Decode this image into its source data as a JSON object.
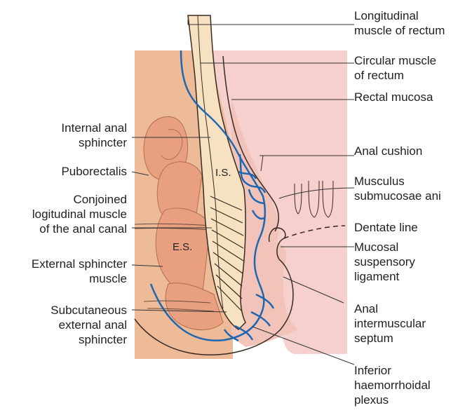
{
  "colors": {
    "skin": "#EEBB99",
    "mucosa": "#F5D0CC",
    "muscle": "#E8A080",
    "muscle_dark": "#D98A6C",
    "wall": "#F6E2C0",
    "vessel": "#1F67B0",
    "outline": "#3a2a22",
    "leader": "#333333"
  },
  "labels_left": {
    "internal_sphincter": "Internal anal\nsphincter",
    "puborectalis": "Puborectalis",
    "conjoined": "Conjoined\nlogitudinal muscle\nof the anal canal",
    "external_sphincter": "External sphincter\nmuscle",
    "subcutaneous": "Subcutaneous\nexternal anal\nsphincter"
  },
  "labels_right": {
    "longitudinal": "Longitudinal\nmuscle of rectum",
    "circular": "Circular muscle\nof rectum",
    "rectal_mucosa": "Rectal mucosa",
    "anal_cushion": "Anal cushion",
    "musculus": "Musculus\nsubmucosae ani",
    "dentate": "Dentate line",
    "mucosal_suspensory": "Mucosal\nsuspensory\nligament",
    "intermuscular": "Anal\nintermuscular\nseptum",
    "haemorrhoidal": "Inferior\nhaemorrhoidal\nplexus"
  },
  "inner_labels": {
    "is": "I.S.",
    "es": "E.S."
  }
}
